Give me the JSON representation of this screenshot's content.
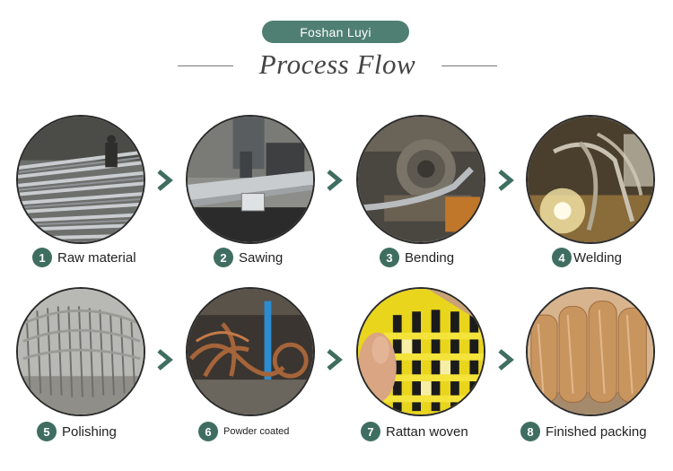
{
  "header": {
    "brand": "Foshan Luyi",
    "title": "Process Flow"
  },
  "colors": {
    "accent": "#4f7f72",
    "badge": "#3f6e61",
    "arrow": "#3f6e61"
  },
  "steps": [
    {
      "number": "1",
      "label": "Raw material"
    },
    {
      "number": "2",
      "label": "Sawing"
    },
    {
      "number": "3",
      "label": "Bending"
    },
    {
      "number": "4",
      "label": "Welding"
    },
    {
      "number": "5",
      "label": "Polishing"
    },
    {
      "number": "6",
      "label": "Powder coated"
    },
    {
      "number": "7",
      "label": "Rattan woven"
    },
    {
      "number": "8",
      "label": "Finished packing"
    }
  ]
}
